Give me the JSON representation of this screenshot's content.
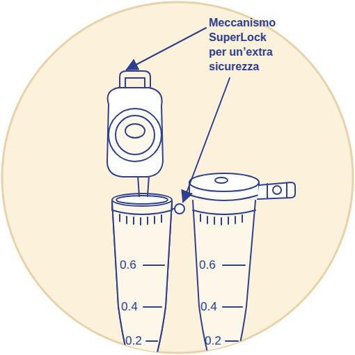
{
  "diagram": {
    "labels": [
      "Meccanismo SuperLock per un’extra sicurezza",
      "0.6",
      "0.4",
      "0.2",
      "0.6",
      "0.4",
      "0.2"
    ]
  }
}
